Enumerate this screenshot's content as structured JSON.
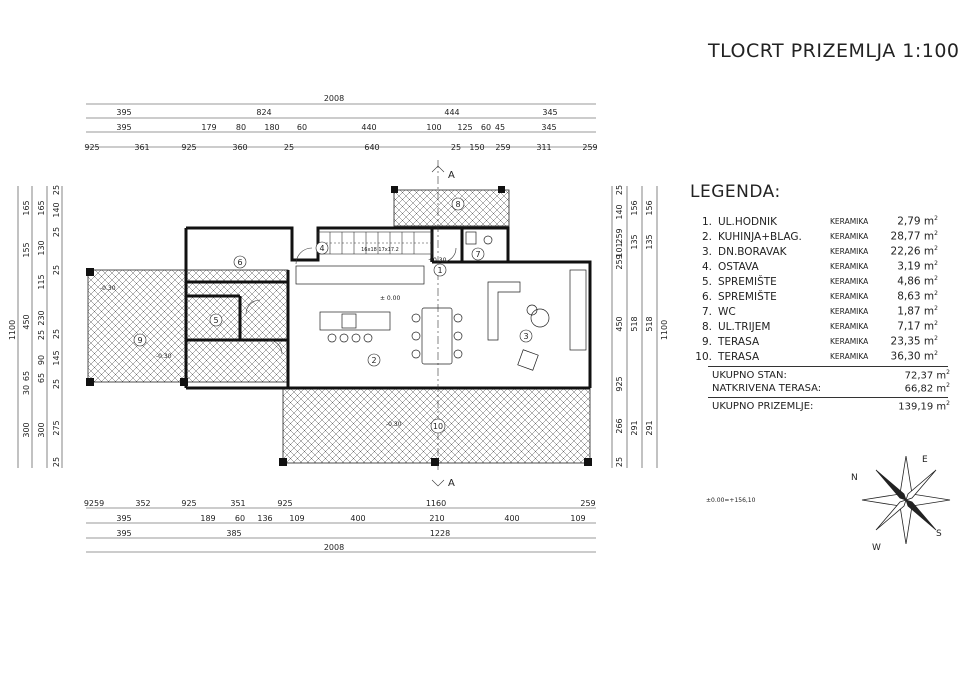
{
  "title": "TLOCRT PRIZEMLJA 1:100",
  "legend_title": "LEGENDA:",
  "legend": [
    {
      "no": "1.",
      "name": "UL.HODNIK",
      "material": "KERAMIKA",
      "area": "2,79 m"
    },
    {
      "no": "2.",
      "name": "KUHINJA+BLAG.",
      "material": "KERAMIKA",
      "area": "28,77 m"
    },
    {
      "no": "3.",
      "name": "DN.BORAVAK",
      "material": "KERAMIKA",
      "area": "22,26 m"
    },
    {
      "no": "4.",
      "name": "OSTAVA",
      "material": "KERAMIKA",
      "area": "3,19 m"
    },
    {
      "no": "5.",
      "name": "SPREMIŠTE",
      "material": "KERAMIKA",
      "area": "4,86 m"
    },
    {
      "no": "6.",
      "name": "SPREMIŠTE",
      "material": "KERAMIKA",
      "area": "8,63 m"
    },
    {
      "no": "7.",
      "name": "WC",
      "material": "KERAMIKA",
      "area": "1,87 m"
    },
    {
      "no": "8.",
      "name": "UL.TRIJEM",
      "material": "KERAMIKA",
      "area": "7,17 m"
    },
    {
      "no": "9.",
      "name": "TERASA",
      "material": "KERAMIKA",
      "area": "23,35 m"
    },
    {
      "no": "10.",
      "name": "TERASA",
      "material": "KERAMIKA",
      "area": "36,30 m"
    }
  ],
  "totals": [
    {
      "label": "UKUPNO STAN:",
      "value": "72,37 m"
    },
    {
      "label": "NATKRIVENA TERASA:",
      "value": "66,82 m"
    },
    {
      "label": "UKUPNO PRIZEMLJE:",
      "value": "139,19 m"
    }
  ],
  "area_unit_sup": "2",
  "elevation_note": "±0.00=+156,10",
  "section_label": "A",
  "compass": [
    "N",
    "E",
    "S",
    "W"
  ],
  "dims": {
    "top_total": "2008",
    "top_row2": [
      "395",
      "824",
      "444",
      "345"
    ],
    "top_row3": [
      "395",
      "179",
      "80",
      "180",
      "60",
      "440",
      "100",
      "125",
      "60",
      "45",
      "345"
    ],
    "top_row4": [
      "925",
      "361",
      "925",
      "360",
      "25",
      "640",
      "25",
      "150",
      "259",
      "311",
      "259"
    ],
    "bottom_row1": [
      "9259",
      "352",
      "925",
      "351",
      "925",
      "1160",
      "259"
    ],
    "bottom_row2": [
      "395",
      "189",
      "60",
      "136",
      "109",
      "400",
      "210",
      "400",
      "109"
    ],
    "bottom_row3": [
      "395",
      "385",
      "1228"
    ],
    "bottom_total": "2008",
    "left_total": "1100",
    "left_row2": [
      "165",
      "155",
      "450",
      "65",
      "30",
      "300"
    ],
    "left_row3": [
      "165",
      "130",
      "115",
      "230",
      "25",
      "90",
      "65",
      "300"
    ],
    "left_row4": [
      "25",
      "140",
      "25",
      "25",
      "25",
      "145",
      "25",
      "275",
      "25"
    ],
    "right_row1": [
      "25",
      "140",
      "259",
      "101",
      "259",
      "450",
      "925",
      "266",
      "25"
    ],
    "right_row2": [
      "156",
      "135",
      "518",
      "291"
    ],
    "right_row3": [
      "156",
      "135",
      "518",
      "291"
    ],
    "right_total": "1100"
  },
  "room_tags": [
    "1",
    "2",
    "3",
    "4",
    "5",
    "6",
    "7",
    "8",
    "9",
    "10"
  ],
  "level_marks": [
    "± 0.00",
    "+0.30",
    "-0.30",
    "-0.30",
    "-0.30"
  ],
  "stair_note": "16x18 17x17.2"
}
